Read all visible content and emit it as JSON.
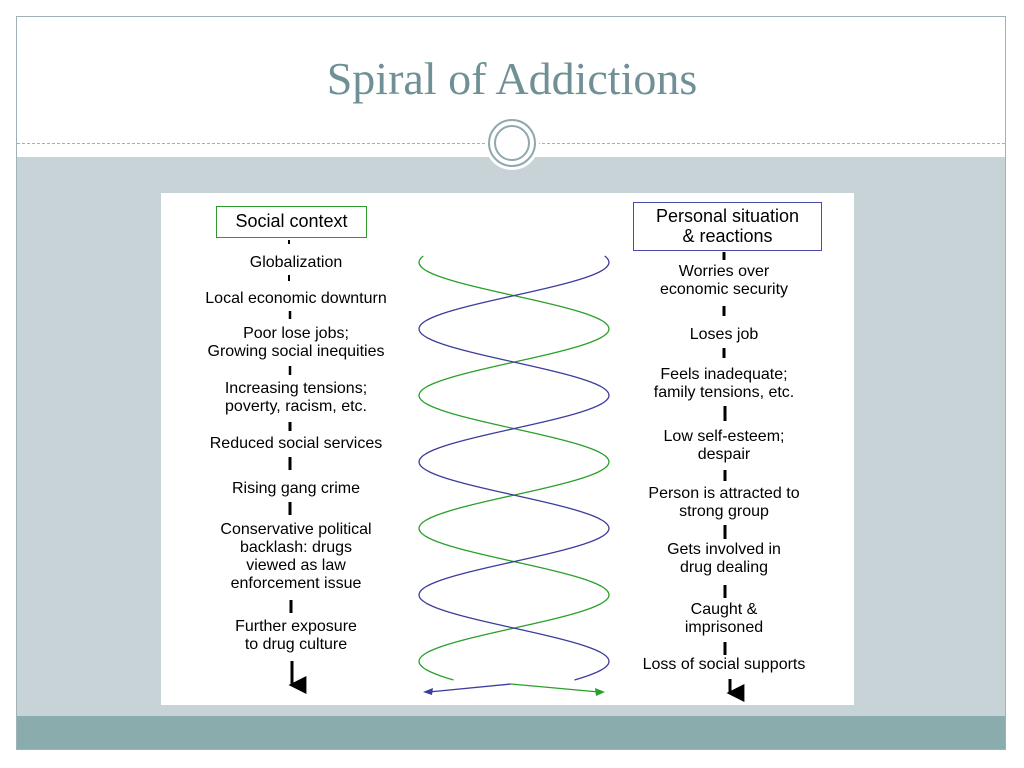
{
  "title": "Spiral of Addictions",
  "colors": {
    "title_text": "#6f9096",
    "content_background": "#c8d3d7",
    "footer_bar": "#8aacac",
    "social_box_border": "#2e9a2e",
    "personal_box_border": "#4b4ba8",
    "helix_green": "#2aa02a",
    "helix_blue": "#3c3c9c"
  },
  "left_column": {
    "header": "Social context",
    "items": [
      "Globalization",
      "Local economic downturn",
      "Poor lose jobs;\nGrowing social inequities",
      "Increasing tensions;\npoverty, racism, etc.",
      "Reduced social services",
      "Rising gang crime",
      "Conservative political\nbacklash: drugs\nviewed as law\nenforcement issue",
      "Further exposure\nto drug culture"
    ]
  },
  "right_column": {
    "header": "Personal situation\n& reactions",
    "items": [
      "Worries over\neconomic security",
      "Loses job",
      "Feels inadequate;\nfamily tensions, etc.",
      "Low self-esteem;\ndespair",
      "Person is attracted to\nstrong group",
      "Gets involved in\ndrug dealing",
      "Caught &\nimprisoned",
      "Loss of social supports"
    ]
  },
  "icons": [
    "circle-ornament-icon",
    "down-arrow-icon",
    "double-arrow-icon"
  ]
}
